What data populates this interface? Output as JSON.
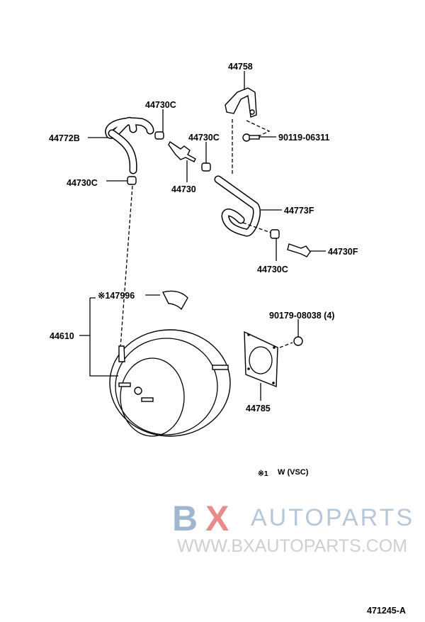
{
  "labels": {
    "bracket": "44758",
    "clamp_top": "44730C",
    "hose_b": "44772B",
    "clamp_mid": "44730C",
    "bolt": "90119-06311",
    "clamp_left": "44730C",
    "check_valve": "44730",
    "hose_f": "44773F",
    "union_f": "44730F",
    "clamp_bottom": "44730C",
    "label_plate": "※147996",
    "booster": "44610",
    "nut": "90179-08038 (4)",
    "gasket": "44785"
  },
  "note": {
    "mark": "※1",
    "text": "W (VSC)"
  },
  "watermark": {
    "b": "B",
    "x": "X",
    "brand": "AUTOPARTS",
    "url": "WWW.BXAUTOPARTS.COM"
  },
  "figure_id": "471245-A"
}
